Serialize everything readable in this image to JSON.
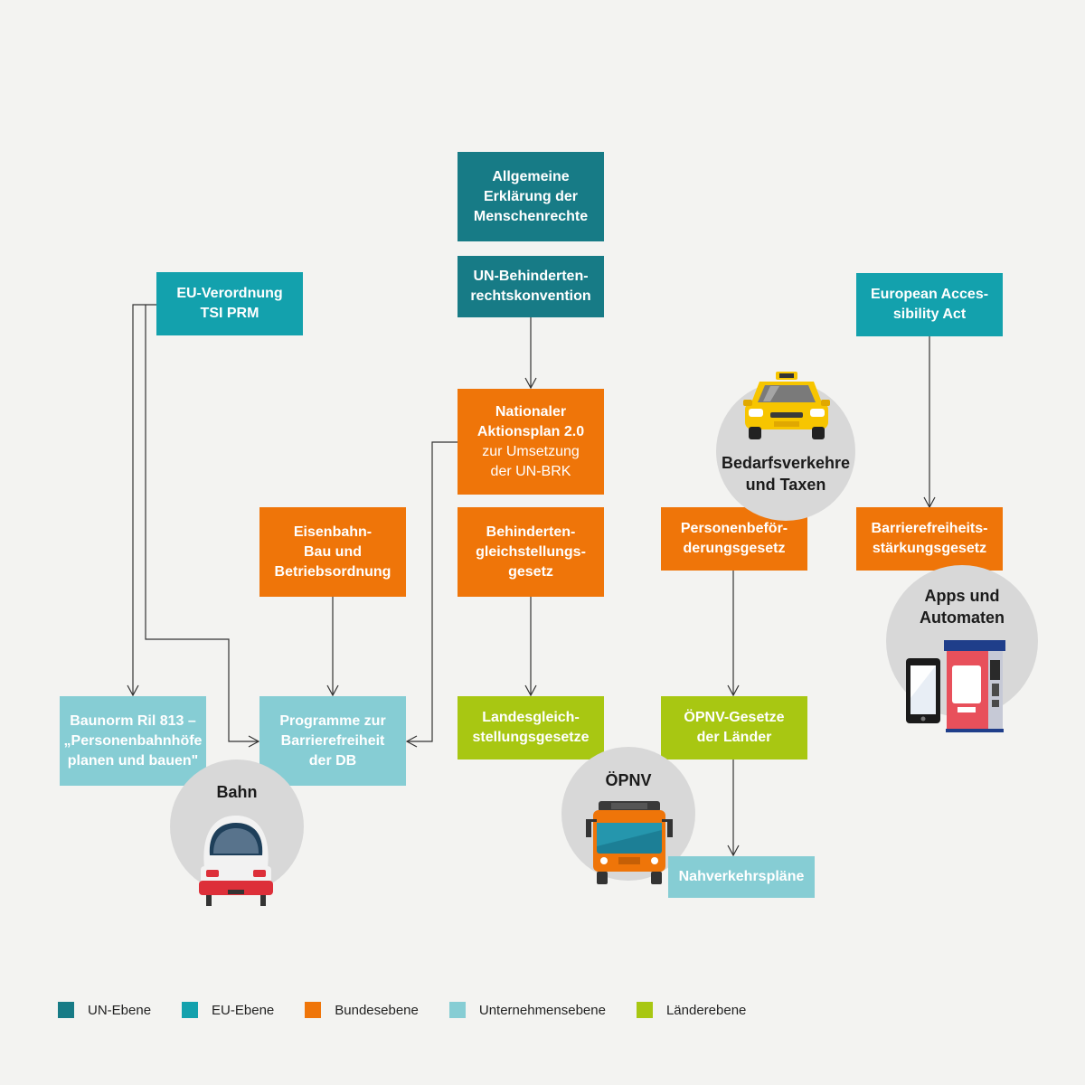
{
  "boxes": {
    "aem": [
      "Allgemeine",
      "Erklärung der",
      "Menschenrechte"
    ],
    "unbrk": [
      "UN-Behinderten-",
      "rechtskonvention"
    ],
    "nap": {
      "bold": [
        "Nationaler",
        "Aktionsplan 2.0"
      ],
      "light": [
        "zur Umsetzung",
        "der UN-BRK"
      ]
    },
    "eu_tsi": [
      "EU-Verordnung",
      "TSI PRM"
    ],
    "eaa": [
      "European Acces-",
      "sibility Act"
    ],
    "ebo": [
      "Eisenbahn-",
      "Bau und",
      "Betriebsordnung"
    ],
    "bgg": [
      "Behinderten-",
      "gleichstellungs-",
      "gesetz"
    ],
    "pbefg": [
      "Personenbeför-",
      "derungsgesetz"
    ],
    "bfsg": [
      "Barrierefreiheits-",
      "stärkungsgesetz"
    ],
    "ril813": [
      "Baunorm Ril 813 –",
      "„Personenbahnhöfe",
      "planen und bauen\""
    ],
    "db": [
      "Programme zur",
      "Barrierefreiheit",
      "der DB"
    ],
    "lgg": [
      "Landesgleich-",
      "stellungsgesetze"
    ],
    "oepnvg": [
      "ÖPNV-Gesetze",
      "der Länder"
    ],
    "nvp": [
      "Nahverkehrspläne"
    ]
  },
  "circles": {
    "taxi": [
      "Bedarfsverkehre",
      "und Taxen"
    ],
    "apps": [
      "Apps und",
      "Automaten"
    ],
    "bahn": [
      "Bahn"
    ],
    "oepnv": [
      "ÖPNV"
    ]
  },
  "icons": {
    "taxi": "taxi-icon",
    "apps": "ticket-machine-icon",
    "bahn": "train-icon",
    "oepnv": "bus-icon"
  },
  "colors": {
    "un": "#177b86",
    "eu": "#13a1ad",
    "bund": "#ef7509",
    "unternehmen": "#86cdd4",
    "land": "#a8c712"
  },
  "legend": [
    {
      "label": "UN-Ebene",
      "color": "#177b86"
    },
    {
      "label": "EU-Ebene",
      "color": "#13a1ad"
    },
    {
      "label": "Bundesebene",
      "color": "#ef7509"
    },
    {
      "label": "Unternehmensebene",
      "color": "#86cdd4"
    },
    {
      "label": "Länderebene",
      "color": "#a8c712"
    }
  ]
}
